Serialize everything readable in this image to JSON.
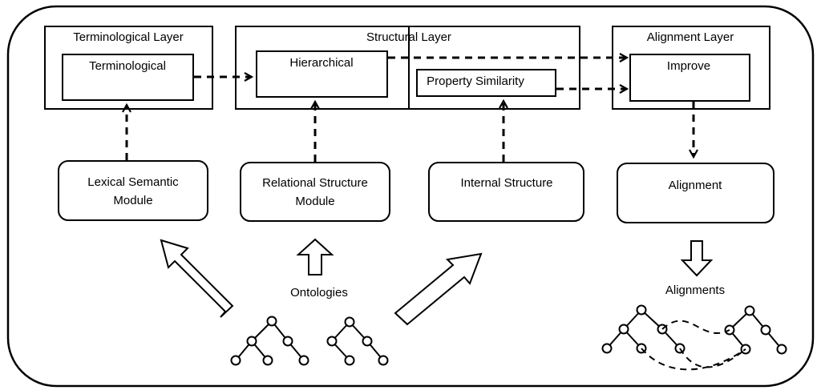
{
  "layers": {
    "terminological": {
      "title": "Terminological Layer",
      "inner": "Terminological"
    },
    "structural": {
      "title": "Structural Layer",
      "hierarchical": "Hierarchical",
      "property_similarity": "Property Similarity"
    },
    "alignment": {
      "title": "Alignment Layer",
      "inner": "Improve"
    }
  },
  "modules": {
    "lexical": {
      "line1": "Lexical Semantic",
      "line2": "Module"
    },
    "relational": {
      "line1": "Relational Structure",
      "line2": "Module"
    },
    "internal": {
      "label": "Internal Structure"
    },
    "alignment": {
      "label": "Alignment"
    }
  },
  "inputs": {
    "ontologies": "Ontologies"
  },
  "outputs": {
    "alignments": "Alignments"
  }
}
